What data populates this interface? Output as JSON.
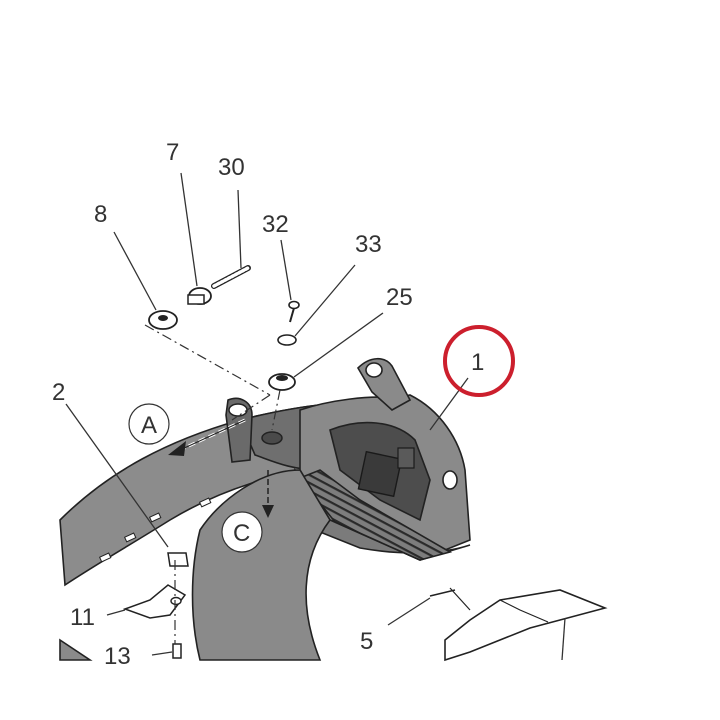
{
  "diagram": {
    "callouts": [
      {
        "id": "c1",
        "label": "1",
        "highlighted": true
      },
      {
        "id": "c2",
        "label": "2"
      },
      {
        "id": "c5",
        "label": "5"
      },
      {
        "id": "c7",
        "label": "7"
      },
      {
        "id": "c8",
        "label": "8"
      },
      {
        "id": "c11",
        "label": "11"
      },
      {
        "id": "c13",
        "label": "13"
      },
      {
        "id": "c25",
        "label": "25"
      },
      {
        "id": "c30",
        "label": "30"
      },
      {
        "id": "c32",
        "label": "32"
      },
      {
        "id": "c33",
        "label": "33"
      }
    ],
    "view_markers": [
      {
        "id": "vA",
        "label": "A"
      },
      {
        "id": "vC",
        "label": "C"
      }
    ],
    "colors": {
      "line": "#222222",
      "part_fill": "#8a8a8a",
      "part_dark": "#4a4a4a",
      "highlight": "#cc1f2d"
    }
  }
}
